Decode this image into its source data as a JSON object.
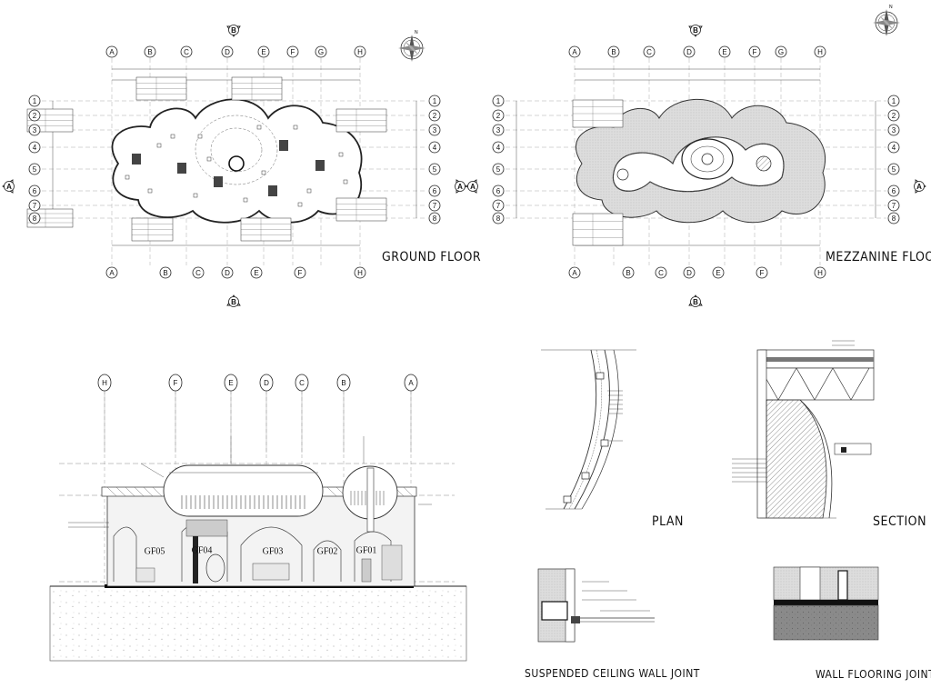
{
  "panels": {
    "ground_floor": {
      "title": "GROUND FLOOR"
    },
    "mezzanine_floor": {
      "title": "MEZZANINE FLOOR"
    },
    "plan_detail": {
      "title": "PLAN"
    },
    "section_detail": {
      "title": "SECTION"
    },
    "ceiling_joint": {
      "title": "SUSPENDED CEILING WALL JOINT"
    },
    "flooring_joint": {
      "title": "WALL FLOORING JOINT"
    }
  },
  "grid": {
    "gf_top": [
      "A",
      "B",
      "C",
      "D",
      "E",
      "F",
      "G",
      "H"
    ],
    "gf_bottom": [
      "A",
      "B",
      "C",
      "D",
      "E",
      "F",
      "H"
    ],
    "mz_top": [
      "A",
      "B",
      "C",
      "D",
      "E",
      "F",
      "G",
      "H"
    ],
    "mz_bottom": [
      "A",
      "B",
      "C",
      "D",
      "E",
      "F",
      "H"
    ],
    "rows": [
      "1",
      "2",
      "3",
      "4",
      "5",
      "6",
      "7",
      "8"
    ],
    "section_marks": {
      "a": "A",
      "b": "B"
    },
    "elevation_cols": [
      "H",
      "F",
      "E",
      "D",
      "C",
      "B",
      "A"
    ]
  },
  "rooms": [
    "GF05",
    "GF04",
    "GF03",
    "GF02",
    "GF01"
  ]
}
